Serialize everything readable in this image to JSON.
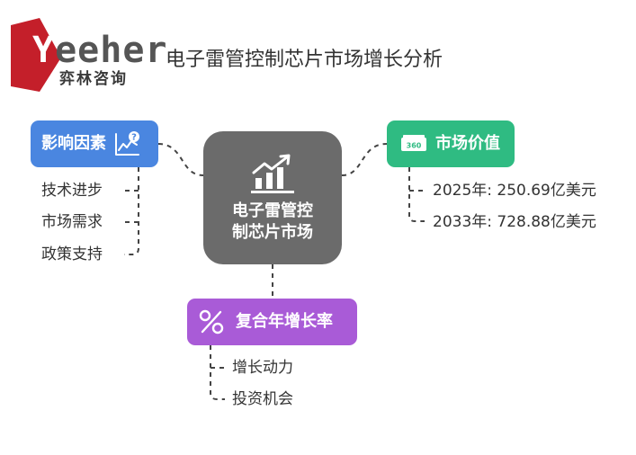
{
  "logo": {
    "word_first": "Y",
    "word_rest": "eeher",
    "subtitle": "弈林咨询"
  },
  "title": "电子雷管控制芯片市场增长分析",
  "center": {
    "line1": "电子雷管控",
    "line2": "制芯片市场"
  },
  "factors": {
    "label": "影响因素",
    "items": [
      "技术进步",
      "市场需求",
      "政策支持"
    ]
  },
  "market_value": {
    "label": "市场价值",
    "items": [
      "2025年: 250.69亿美元",
      "2033年: 728.88亿美元"
    ],
    "badge_text": "360"
  },
  "cagr": {
    "label": "复合年增长率",
    "items": [
      "增长动力",
      "投资机会"
    ]
  },
  "colors": {
    "factors": "#4a86e0",
    "market_value": "#2fbb82",
    "cagr": "#a95bd7",
    "center": "#6b6b6b",
    "logo_red": "#c41f2a"
  },
  "icons": {
    "factors": "chart-question-icon",
    "market_value": "money-icon",
    "cagr": "percent-icon",
    "center": "bar-chart-growth-icon"
  }
}
